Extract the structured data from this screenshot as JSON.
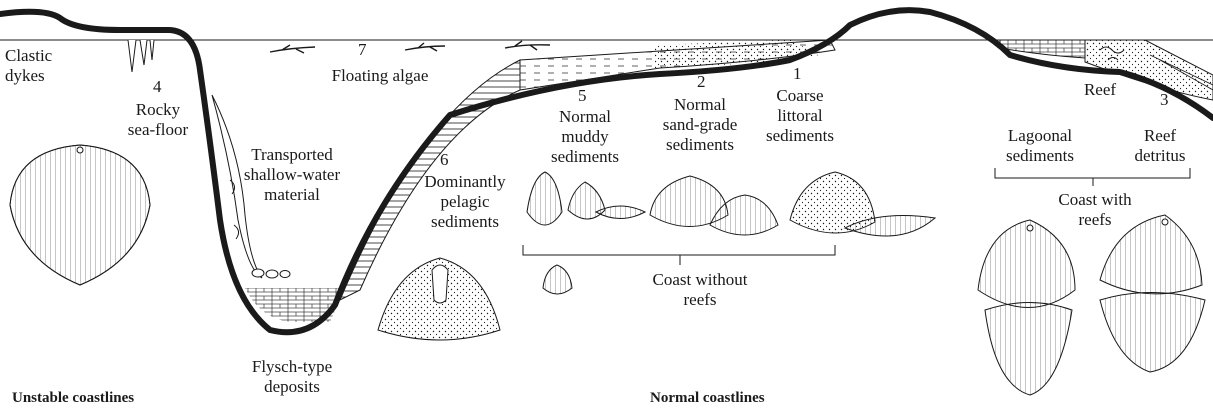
{
  "colors": {
    "ink": "#1a1a1a",
    "background": "#ffffff"
  },
  "labels": {
    "clastic_dykes": "Clastic\ndykes",
    "rocky_sea_floor": "Rocky\nsea-floor",
    "floating_algae": "Floating algae",
    "transported_material": "Transported\nshallow-water\nmaterial",
    "flysch_deposits": "Flysch-type\ndeposits",
    "pelagic_sediments": "Dominantly\npelagic\nsediments",
    "muddy_sediments": "Normal\nmuddy\nsediments",
    "sand_sediments": "Normal\nsand-grade\nsediments",
    "coarse_sediments": "Coarse\nlittoral\nsediments",
    "reef": "Reef",
    "lagoonal_sediments": "Lagoonal\nsediments",
    "reef_detritus": "Reef\ndetritus",
    "coast_with_reefs": "Coast with\nreefs",
    "coast_without_reefs": "Coast without\nreefs"
  },
  "numbers": {
    "n1": "1",
    "n2": "2",
    "n3": "3",
    "n4": "4",
    "n5": "5",
    "n6": "6",
    "n7": "7"
  },
  "section_titles": {
    "unstable": "Unstable coastlines",
    "normal": "Normal coastlines"
  },
  "icons": [
    "fossil-shell-icon",
    "algae-icon",
    "pebble-icon"
  ]
}
